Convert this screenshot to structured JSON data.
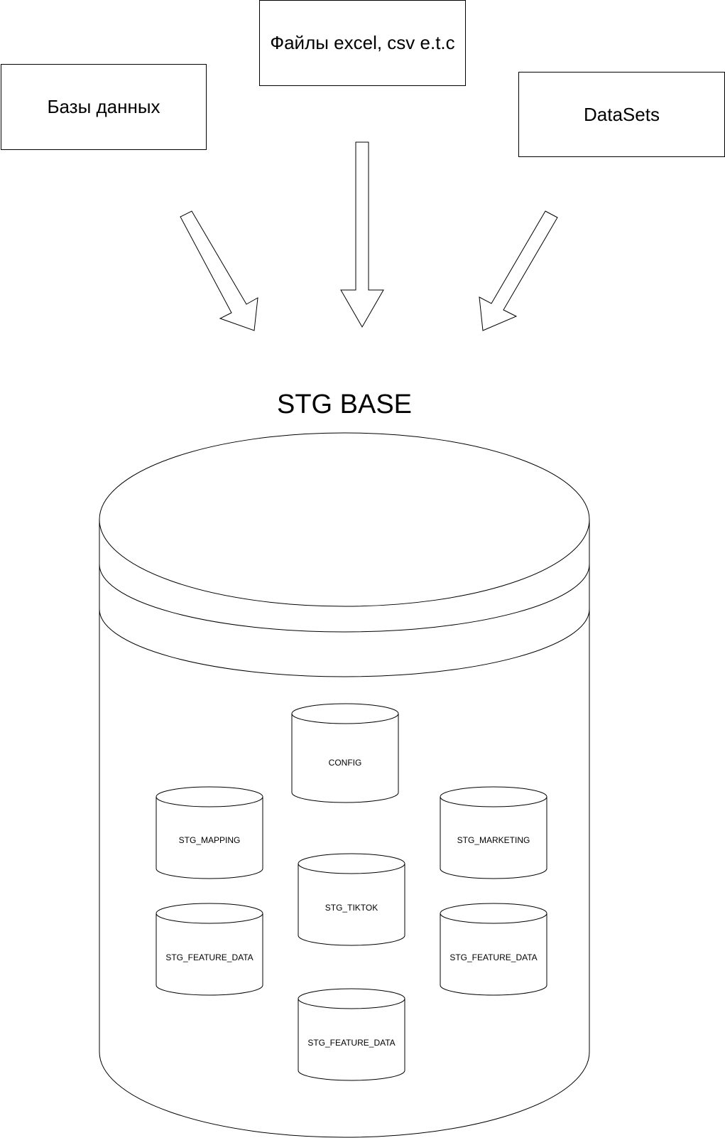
{
  "sources": {
    "databases": "Базы данных",
    "files": "Файлы excel, csv e.t.c",
    "datasets": "DataSets"
  },
  "stg_base": {
    "title": "STG BASE",
    "databases": {
      "config": "CONFIG",
      "stg_mapping": "STG_MAPPING",
      "stg_marketing": "STG_MARKETING",
      "stg_tiktok": "STG_TIKTOK",
      "stg_feature_data_left": "STG_FEATURE_DATA",
      "stg_feature_data_right": "STG_FEATURE_DATA",
      "stg_feature_data_bottom": "STG_FEATURE_DATA"
    }
  },
  "colors": {
    "stroke": "#000000",
    "fill": "#ffffff"
  }
}
